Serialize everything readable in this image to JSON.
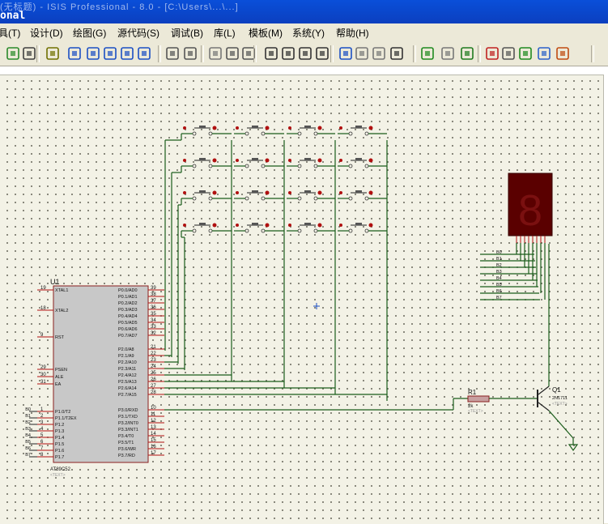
{
  "window": {
    "title_top": "(无标题) - ISIS Professional - 8.0 - [C:\\Users\\...\\...]",
    "title": "onal"
  },
  "menu": [
    {
      "label": "具(T)"
    },
    {
      "label": "设计(D)"
    },
    {
      "label": "绘图(G)"
    },
    {
      "label": "源代码(S)"
    },
    {
      "label": "调试(B)"
    },
    {
      "label": "库(L)"
    },
    {
      "label": "模板(M)"
    },
    {
      "label": "系统(Y)"
    },
    {
      "label": "帮助(H)"
    }
  ],
  "toolbar_icons": [
    "refresh-icon",
    "grid-icon",
    "origin-icon",
    "pan-icon",
    "zoom-in-icon",
    "zoom-out-icon",
    "zoom-all-icon",
    "zoom-area-icon",
    "undo-icon",
    "redo-icon",
    "cut-icon",
    "copy-icon",
    "paste-icon",
    "block-copy-icon",
    "block-move-icon",
    "block-rotate-icon",
    "block-delete-icon",
    "pick-device-icon",
    "make-device-icon",
    "decompose-icon",
    "wire-autorouter-icon",
    "search-tag-icon",
    "property-assign-icon",
    "new-sheet-icon",
    "remove-sheet-icon",
    "exit-parent-icon",
    "bill-of-materials-icon",
    "electrical-rule-check-icon",
    "netlist-ares-icon"
  ],
  "schematic": {
    "mcu": {
      "ref": "U1",
      "part": "AT89C52",
      "text_placeholder": "<TEXT>",
      "left_pins": [
        {
          "num": "19",
          "name": "XTAL1"
        },
        {
          "num": "18",
          "name": "XTAL2"
        },
        {
          "num": "9",
          "name": "RST"
        },
        {
          "num": "29",
          "name": "PSEN"
        },
        {
          "num": "30",
          "name": "ALE"
        },
        {
          "num": "31",
          "name": "EA"
        },
        {
          "num": "1",
          "name": "P1.0/T2",
          "net": "B0"
        },
        {
          "num": "2",
          "name": "P1.1/T2EX",
          "net": "B1"
        },
        {
          "num": "3",
          "name": "P1.2",
          "net": "B2"
        },
        {
          "num": "4",
          "name": "P1.3",
          "net": "B3"
        },
        {
          "num": "5",
          "name": "P1.4",
          "net": "B4"
        },
        {
          "num": "6",
          "name": "P1.5",
          "net": "B5"
        },
        {
          "num": "7",
          "name": "P1.6",
          "net": "B6"
        },
        {
          "num": "8",
          "name": "P1.7",
          "net": "B7"
        }
      ],
      "right_pins": [
        {
          "num": "39",
          "name": "P0.0/AD0"
        },
        {
          "num": "38",
          "name": "P0.1/AD1"
        },
        {
          "num": "37",
          "name": "P0.2/AD2"
        },
        {
          "num": "36",
          "name": "P0.3/AD3"
        },
        {
          "num": "35",
          "name": "P0.4/AD4"
        },
        {
          "num": "34",
          "name": "P0.5/AD5"
        },
        {
          "num": "33",
          "name": "P0.6/AD6"
        },
        {
          "num": "32",
          "name": "P0.7/AD7"
        },
        {
          "num": "21",
          "name": "P2.0/A8"
        },
        {
          "num": "22",
          "name": "P2.1/A9"
        },
        {
          "num": "23",
          "name": "P2.2/A10"
        },
        {
          "num": "24",
          "name": "P2.3/A11"
        },
        {
          "num": "25",
          "name": "P2.4/A12"
        },
        {
          "num": "26",
          "name": "P2.5/A13"
        },
        {
          "num": "27",
          "name": "P2.6/A14"
        },
        {
          "num": "28",
          "name": "P2.7/A15"
        },
        {
          "num": "10",
          "name": "P3.0/RXD"
        },
        {
          "num": "11",
          "name": "P3.1/TXD"
        },
        {
          "num": "12",
          "name": "P3.2/INT0"
        },
        {
          "num": "13",
          "name": "P3.3/INT1"
        },
        {
          "num": "14",
          "name": "P3.4/T0"
        },
        {
          "num": "15",
          "name": "P3.5/T1"
        },
        {
          "num": "16",
          "name": "P3.6/WR"
        },
        {
          "num": "17",
          "name": "P3.7/RD"
        }
      ]
    },
    "resistor": {
      "ref": "R1",
      "value": "2k",
      "text_placeholder": "<TEXT>"
    },
    "transistor": {
      "ref": "Q1",
      "value": "2N1711",
      "text_placeholder": "<TEXT>"
    },
    "display_bus_labels": [
      "B0",
      "B1",
      "B2",
      "B3",
      "B4",
      "B5",
      "B6",
      "B7"
    ],
    "display_digit": "8",
    "key_rows": 4,
    "key_cols": 4,
    "colors": {
      "wire": "#1a5c1a",
      "body_fill": "#c8c8c8",
      "body_stroke": "#8a1f1f",
      "pin_red": "#b01010",
      "display_bg": "#5a0000",
      "display_seg": "#7a1010"
    }
  }
}
